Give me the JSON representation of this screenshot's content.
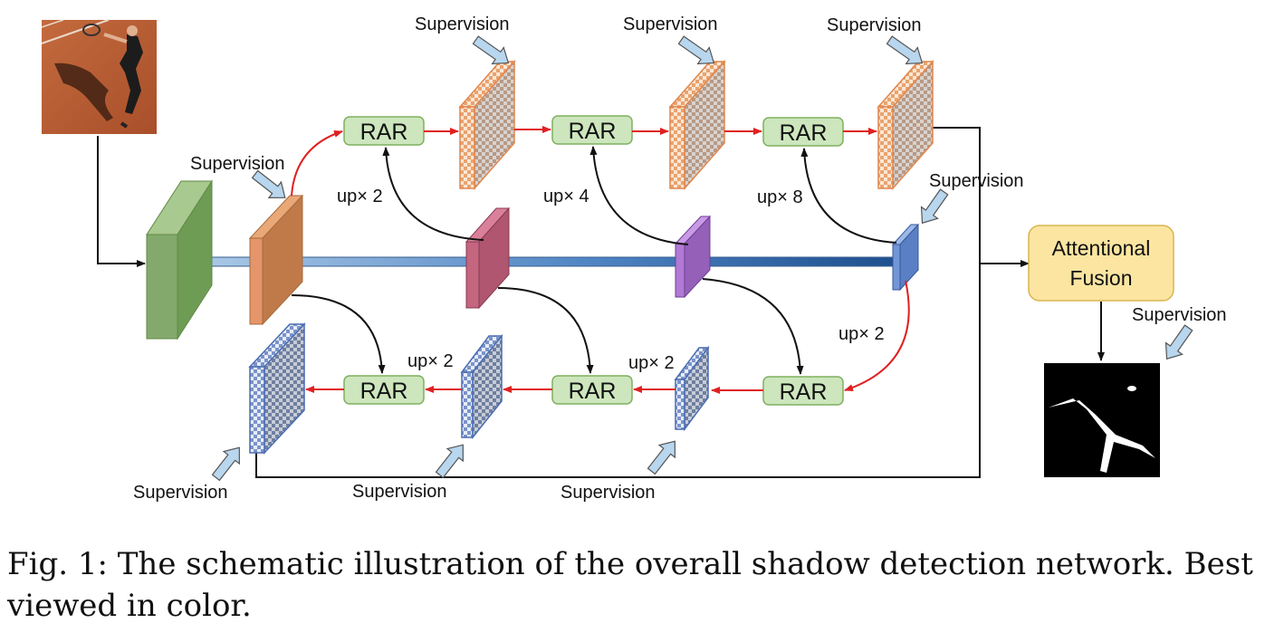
{
  "labels": {
    "supervision": "Supervision",
    "rar": "RAR",
    "up_x2": "up× 2",
    "up_x4": "up× 4",
    "up_x8": "up× 8",
    "fusion_line1": "Attentional",
    "fusion_line2": "Fusion"
  },
  "caption": "Fig. 1: The schematic illustration of the overall shadow detection network. Best viewed in color.",
  "colors": {
    "green_block": "#84a96d",
    "orange_block": "#c9814f",
    "red_block": "#b55a72",
    "purple_block": "#9c64c0",
    "blue_block": "#5c84cc",
    "rar_box": "#cde6bd",
    "fusion_box": "#fbe5a1",
    "red_arrow": "#e02020",
    "hint_arrow": "#b8d6ee"
  }
}
